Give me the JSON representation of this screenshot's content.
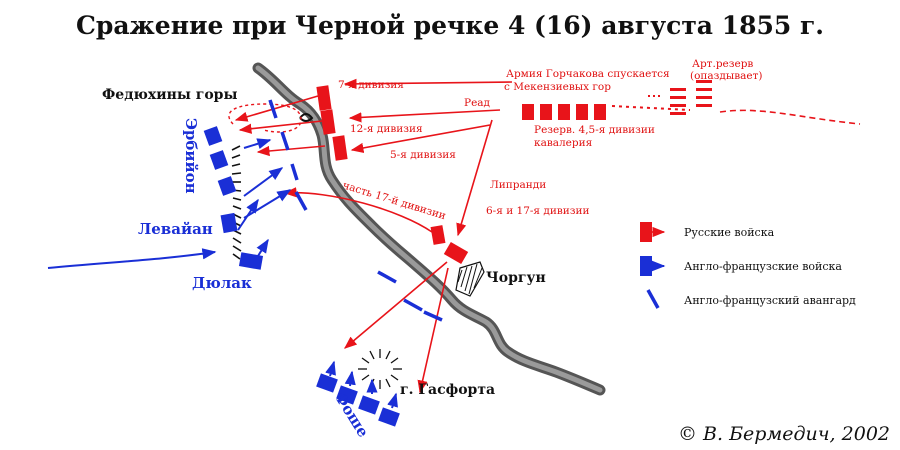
{
  "title": "Сражение при Черной речке 4 (16) августа 1855 г.",
  "labels": {
    "fedyukhiny": "Федюхины горы",
    "levaian": "Левайан",
    "dyulak": "Дюлак",
    "erbiyon": "Эрбийон",
    "foshe": "Фоше",
    "chorgun": "Чоргун",
    "gasforta": "г. Гасфорта",
    "div7": "7-я дивизия",
    "div12": "12-я дивизия",
    "div5": "5-я дивизия",
    "read": "Реад",
    "div17part": "часть 17-й дивизии",
    "liprandi": "Липранди",
    "div6_17": "6-я и 17-я дивизии",
    "army_line1": "Армия Горчакова спускается",
    "army_line2": "с Мекензиевых гор",
    "reserve_line1": "Резерв. 4,5-я дивизии",
    "reserve_line2": "кавалерия",
    "art_line1": "Арт.резерв",
    "art_line2": "(опаздывает)"
  },
  "legend": {
    "russian": "Русские войска",
    "anglo_french": "Англо-французские войска",
    "vanguard": "Англо-французский авангард"
  },
  "copyright": "© В. Бермедич, 2002",
  "colors": {
    "russian": "#e8141a",
    "allied": "#1a2fd6",
    "river": "#555555"
  }
}
